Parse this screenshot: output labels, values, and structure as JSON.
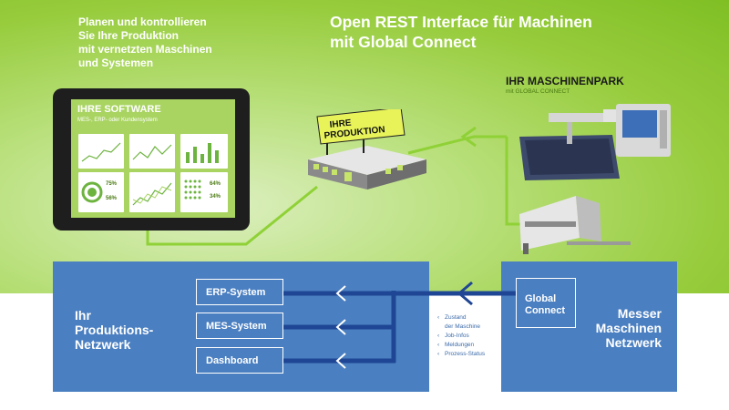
{
  "intro_text": [
    "Planen und kontrollieren",
    "Sie Ihre Produktion",
    "mit vernetzten Maschinen",
    "und Systemen"
  ],
  "headline": [
    "Open REST Interface für Machinen",
    "mit Global Connect"
  ],
  "software": {
    "title": "IHRE SOFTWARE",
    "subtitle": "MES-, ERP- oder Kundensystem",
    "kpis": [
      "75%",
      "56%",
      "64%",
      "34%"
    ]
  },
  "factory_sign": [
    "IHRE",
    "PRODUKTION"
  ],
  "machine_park": {
    "title": "IHR MASCHINENPARK",
    "subtitle": "mit GLOBAL CONNECT"
  },
  "left_network": [
    "Ihr",
    "Produktions-",
    "Netzwerk"
  ],
  "right_network": [
    "Messer",
    "Maschinen",
    "Netzwerk"
  ],
  "systems": [
    "ERP-System",
    "MES-System",
    "Dashboard"
  ],
  "global_connect": [
    "Global",
    "Connect"
  ],
  "data_items": [
    "Zustand",
    "der Maschine",
    "Job-Infos",
    "Meldungen",
    "Prozess-Status"
  ],
  "colors": {
    "green_bg": "#97cc3c",
    "line_green": "#8fd136",
    "box_blue": "#4a7fc1",
    "arrow_navy": "#1f4694"
  }
}
